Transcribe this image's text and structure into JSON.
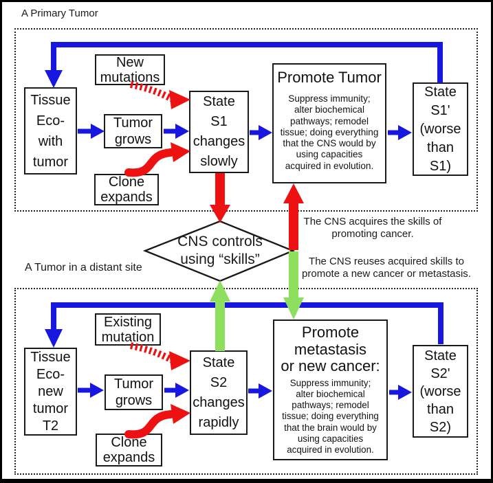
{
  "labels": {
    "primary_section": "A Primary Tumor",
    "distant_section": "A Tumor in a distant site"
  },
  "colors": {
    "arrow_blue": "#1717e0",
    "arrow_red": "#ee1111",
    "arrow_green": "#8ce05e",
    "box_border": "#1a1a1a",
    "background": "#ffffff"
  },
  "primary": {
    "tissue": "Tissue\nEco-\nwith\ntumor",
    "new_mutations": "New\nmutations",
    "tumor_grows": "Tumor\ngrows",
    "clone_expands": "Clone\nexpands",
    "state": "State\nS1\nchanges\nslowly",
    "promote_title": "Promote Tumor",
    "promote_body": "Suppress immunity;\nalter biochemical\npathways; remodel\ntissue; doing everything\nthat the CNS would by\nusing capacities\nacquired in evolution.",
    "state_prime": "State\nS1'\n(worse\nthan\nS1)"
  },
  "distant": {
    "tissue": "Tissue\nEco-\nnew\ntumor\nT2",
    "existing_mutation": "Existing\nmutation",
    "tumor_grows": "Tumor\ngrows",
    "clone_expands": "Clone\nexpands",
    "state": "State\nS2\nchanges\nrapidly",
    "promote_title": "Promote\nmetastasis\nor new cancer:",
    "promote_body": "Suppress immunity;\nalter biochemical\npathways; remodel\ntissue; doing everything\nthat the brain would by\nusing capacities\nacquired in evolution.",
    "state_prime": "State\nS2'\n(worse\nthan\nS2)"
  },
  "diamond_label": "CNS controls\nusing “skills”",
  "annotations": {
    "acquires": "The CNS acquires the skills of\npromoting cancer.",
    "reuses": "The CNS reuses acquired skills to\npromote a new cancer or metastasis."
  }
}
